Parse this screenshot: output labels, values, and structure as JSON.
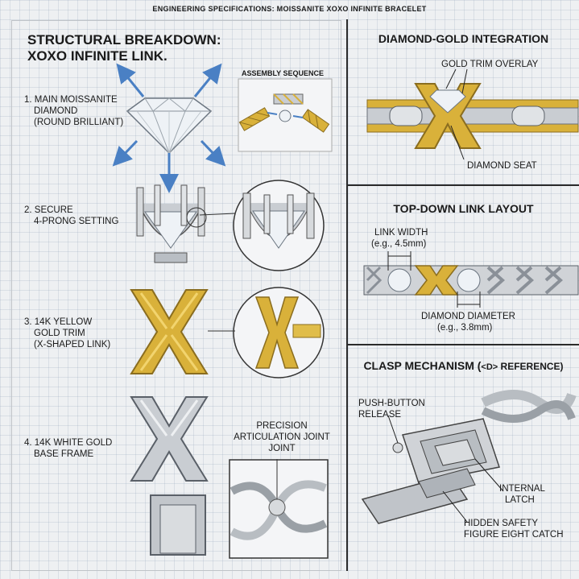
{
  "header": {
    "title": "ENGINEERING SPECIFICATIONS: MOISSANITE XOXO INFINITE BRACELET"
  },
  "left": {
    "title_line1": "STRUCTURAL BREAKDOWN:",
    "title_line2": "XOXO INFINITE LINK.",
    "assembly_label": "ASSEMBLY SEQUENCE",
    "step1": [
      "1. MAIN MOISSANITE",
      "DIAMOND",
      "(ROUND BRILLIANT)"
    ],
    "step2": [
      "2. SECURE",
      "4-PRONG SETTING"
    ],
    "step3": [
      "3. 14K YELLOW",
      "GOLD TRIM",
      "(X-SHAPED LINK)"
    ],
    "step4": [
      "4. 14K WHITE GOLD",
      "BASE FRAME"
    ],
    "joint": [
      "PRECISION",
      "ARTICULATION JOINT",
      "JOINT"
    ]
  },
  "integration": {
    "title": "DIAMOND-GOLD INTEGRATION",
    "gold_trim": "GOLD TRIM OVERLAY",
    "seat": "DIAMOND SEAT"
  },
  "layout": {
    "title": "TOP-DOWN LINK LAYOUT",
    "width_line1": "LINK WIDTH",
    "width_line2": "(e.g., 4.5mm)",
    "dia_line1": "DIAMOND DIAMETER",
    "dia_line2": "(e.g., 3.8mm)"
  },
  "clasp": {
    "title_a": "CLASP MECHANISM (",
    "title_ref": "<D>",
    "title_b": " REFERENCE)",
    "push1": "PUSH-BUTTON",
    "push2": "RELEASE",
    "latch1": "INTERNAL",
    "latch2": "LATCH",
    "safety1": "HIDDEN SAFETY",
    "safety2": "FIGURE EIGHT CATCH"
  },
  "colors": {
    "gold": "#d9b13a",
    "silver": "#c9cdd2",
    "arrow": "#4a80c4"
  }
}
